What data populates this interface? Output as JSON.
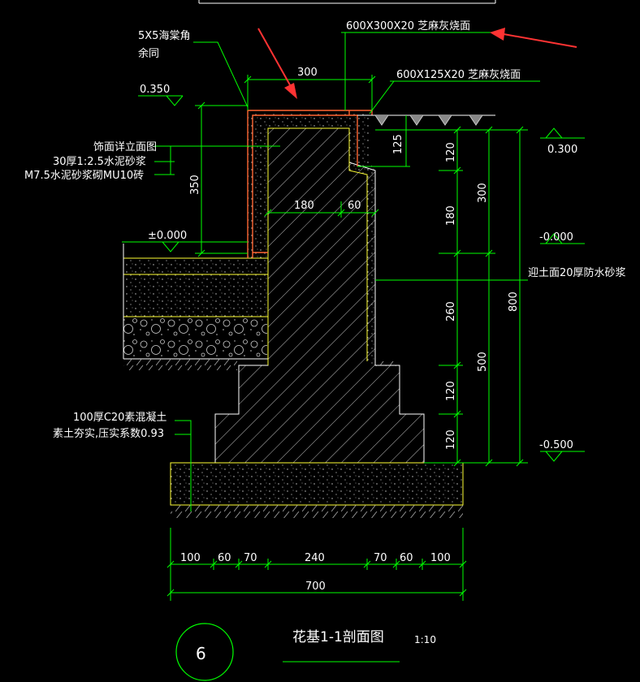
{
  "labels": {
    "top_tile": "600X300X20  芝麻灰烧面",
    "side_tile": "600X125X20  芝麻灰烧面",
    "chamfer_line1": "5X5海棠角",
    "chamfer_line2": "余同",
    "finish_line1": "饰面详立面图",
    "finish_line2": "30厚1:2.5水泥砂浆",
    "finish_line3": "M7.5水泥砂浆砌MU10砖",
    "waterproof": "迎土面20厚防水砂浆",
    "base_line1": "100厚C20素混凝土",
    "base_line2": "素土夯实,压实系数0.93"
  },
  "elevations": {
    "left_top": "0.350",
    "left_zero": "±0.000",
    "right_top": "0.300",
    "right_zero": "-0.000",
    "right_bottom": "-0.500"
  },
  "dims": {
    "top_width": "300",
    "tile_height": "125",
    "left_height": "350",
    "inner_180": "180",
    "inner_60": "60",
    "v_120a": "120",
    "v_180": "180",
    "v_260": "260",
    "v_120b": "120",
    "v_120c": "120",
    "v_300": "300",
    "v_500": "500",
    "v_800": "800",
    "b_100a": "100",
    "b_60a": "60",
    "b_70a": "70",
    "b_240": "240",
    "b_70b": "70",
    "b_60b": "60",
    "b_100b": "100",
    "b_700": "700"
  },
  "title": {
    "number": "6",
    "name": "花基1-1剖面图",
    "scale": "1:10"
  },
  "colors": {
    "dimension": "#00ff00",
    "outline": "#ffff33",
    "tile": "#ff6633",
    "annotation_arrow": "#ff3333"
  }
}
